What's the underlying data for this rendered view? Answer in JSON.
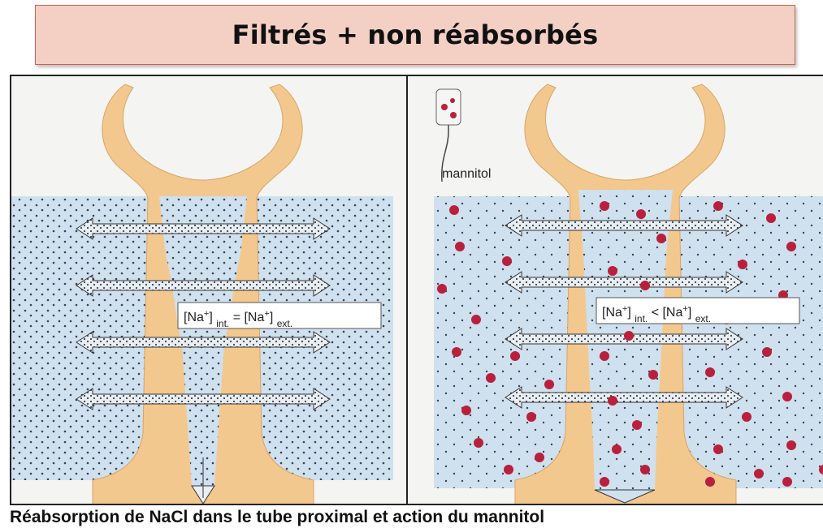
{
  "title": "Filtrés + non réabsorbés",
  "caption": "Réabsorption de NaCl dans le tube proximal et action du mannitol",
  "left_panel": {
    "label_pre": "[Na",
    "label_sup": "+",
    "label_mid": "] ",
    "label_sub1": "int.",
    "label_eq": " = [Na",
    "label_sup2": "+",
    "label_end": "] ",
    "label_sub2": "ext."
  },
  "right_panel": {
    "mannitol_label": "mannitol",
    "label_pre": "[Na",
    "label_sup": "+",
    "label_mid": "] ",
    "label_sub1": "int.",
    "label_eq": " < [Na",
    "label_sup2": "+",
    "label_end": "] ",
    "label_sub2": "ext."
  },
  "colors": {
    "tubule": "#f3c88f",
    "interstitium": "#cfe0ee",
    "dots": "#3a4450",
    "mannitol": "#b8203c",
    "title_bg": "#f3cfc4",
    "title_border": "#c8664a"
  }
}
